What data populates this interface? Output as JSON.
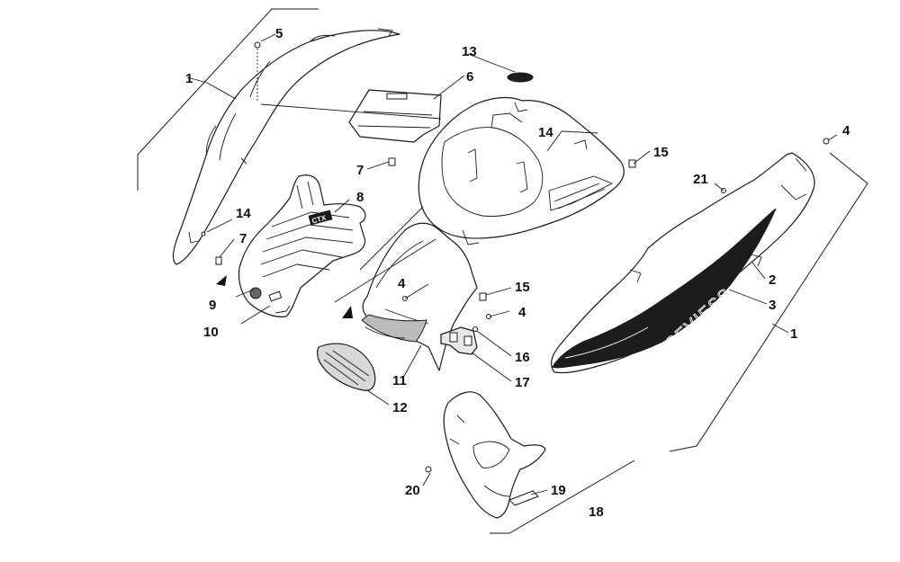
{
  "diagram": {
    "callouts": [
      {
        "id": "c1a",
        "text": "1"
      },
      {
        "id": "c5",
        "text": "5"
      },
      {
        "id": "c13",
        "text": "13"
      },
      {
        "id": "c6",
        "text": "6"
      },
      {
        "id": "c7a",
        "text": "7"
      },
      {
        "id": "c8",
        "text": "8"
      },
      {
        "id": "c14a",
        "text": "14"
      },
      {
        "id": "c7b",
        "text": "7"
      },
      {
        "id": "c9",
        "text": "9"
      },
      {
        "id": "c10",
        "text": "10"
      },
      {
        "id": "c14b",
        "text": "14"
      },
      {
        "id": "c15a",
        "text": "15"
      },
      {
        "id": "c4a",
        "text": "4"
      },
      {
        "id": "c21",
        "text": "21"
      },
      {
        "id": "c4b",
        "text": "4"
      },
      {
        "id": "c15b",
        "text": "15"
      },
      {
        "id": "c4c",
        "text": "4"
      },
      {
        "id": "c16",
        "text": "16"
      },
      {
        "id": "c17",
        "text": "17"
      },
      {
        "id": "c11",
        "text": "11"
      },
      {
        "id": "c12",
        "text": "12"
      },
      {
        "id": "c2",
        "text": "2"
      },
      {
        "id": "c3",
        "text": "3"
      },
      {
        "id": "c1b",
        "text": "1"
      },
      {
        "id": "c20",
        "text": "20"
      },
      {
        "id": "c19",
        "text": "19"
      },
      {
        "id": "c18",
        "text": "18"
      }
    ],
    "decal_text": "SEVIESS",
    "emblem_text": "CTX"
  }
}
